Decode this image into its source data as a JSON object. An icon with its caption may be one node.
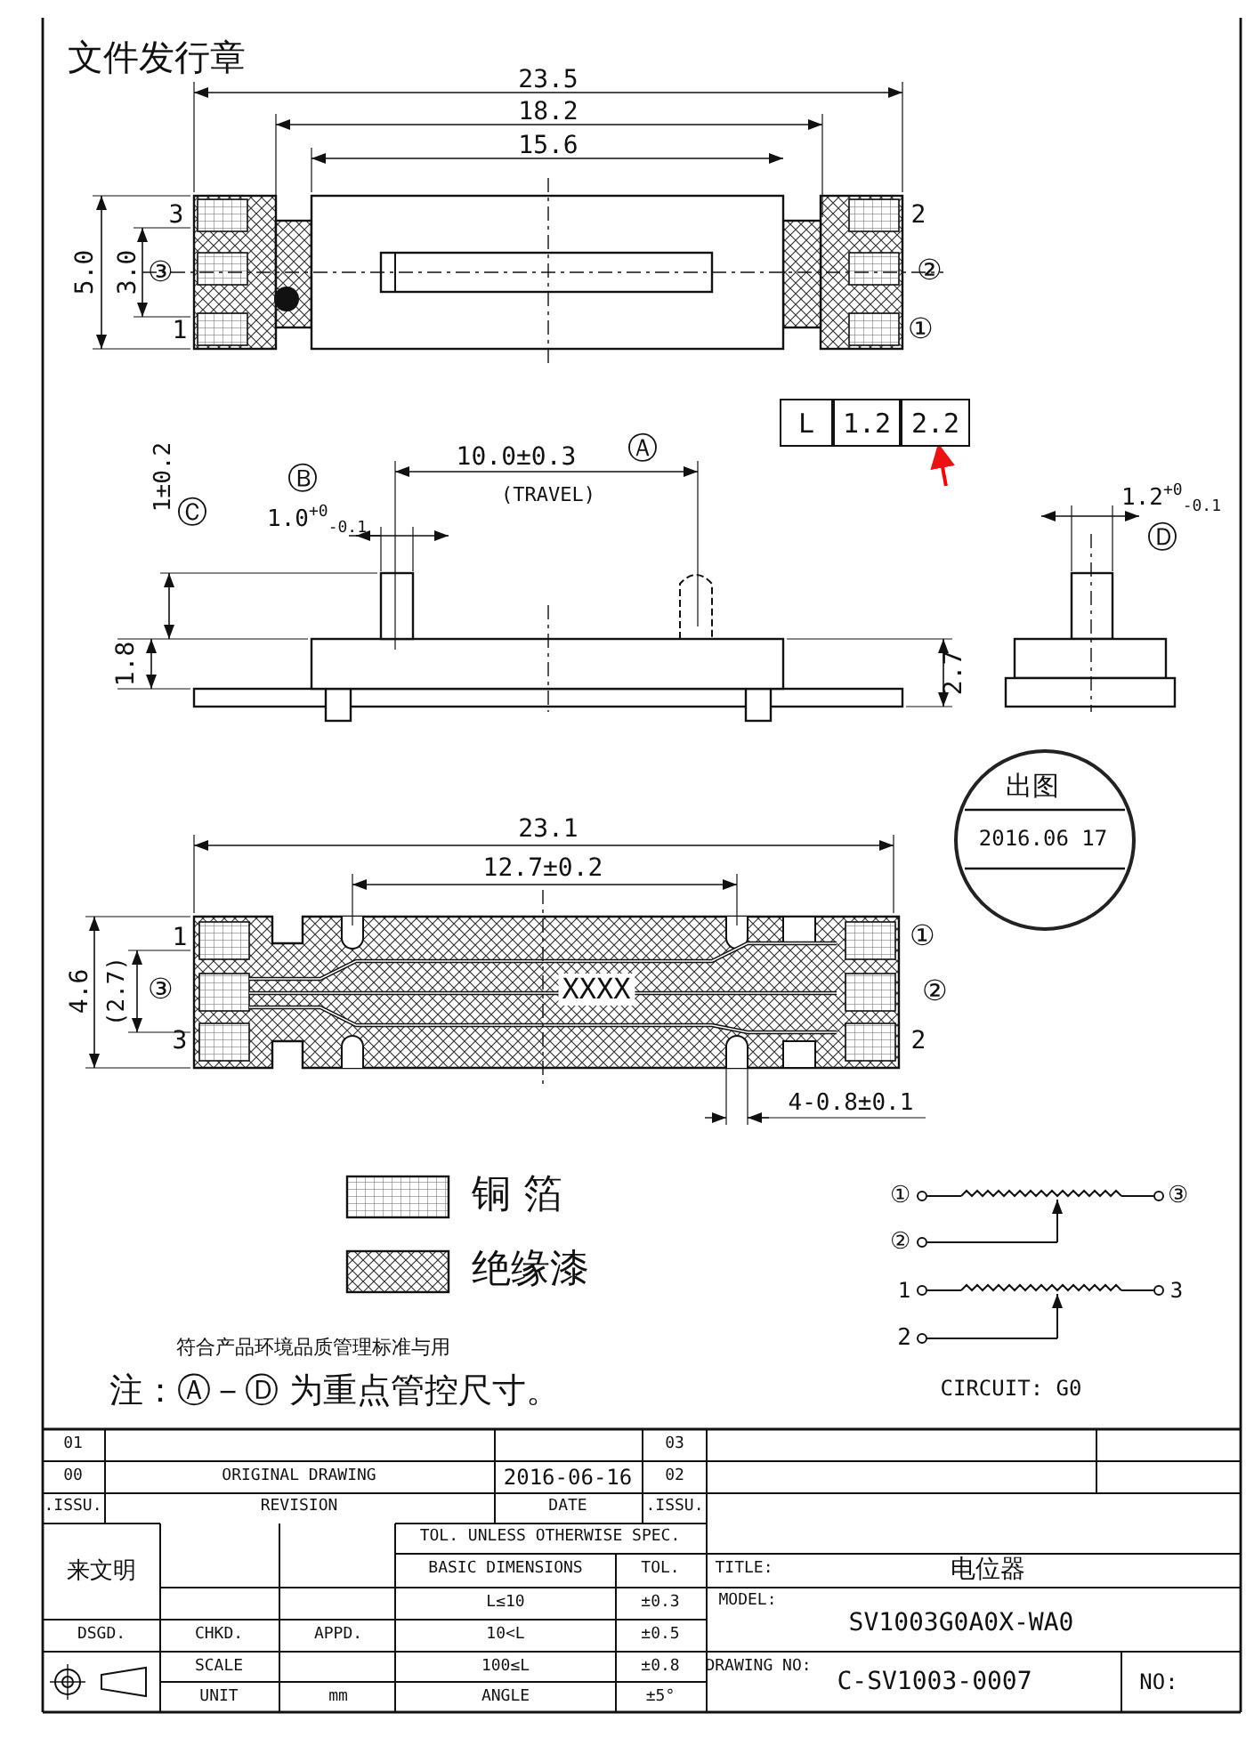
{
  "diagram": {
    "nodes": [
      {
        "text": [
          "L"
        ]
      },
      {
        "text": [
          "1.2"
        ]
      },
      {
        "text": [
          "2.2"
        ]
      }
    ],
    "edges": [
      {
        "from": null,
        "to": 2,
        "arrow": "to",
        "color": "#ff0000"
      }
    ],
    "labels": [
      "文件发行章",
      "23.5",
      "18.2",
      "15.6",
      "5.0",
      "3.0",
      "3",
      "③",
      "1",
      "2",
      "②",
      "①",
      "10.0±0.3",
      "Ⓐ",
      "(TRAVEL)",
      "1±0.2",
      "Ⓑ",
      "Ⓒ",
      "1.0$^{+0}$$_{-0.1}$",
      "1.8",
      "2.7",
      "1.2$^{+0}$$_{-0.1}$",
      "Ⓓ",
      "出图",
      "2016.06 17",
      "23.1",
      "12.7±0.2",
      "4.6",
      "(2.7)",
      "1",
      "③",
      "3",
      "①",
      "②",
      "2",
      "XXXX",
      "4-0.8±0.1",
      "符合产品环境品质管理标准与用",
      "注：Ⓐ－Ⓓ 为重点管控尺寸。",
      "①",
      "③",
      "②",
      "1",
      "3",
      "2",
      "CIRCUIT: G0",
      "01",
      "03",
      "00",
      "ORIGINAL DRAWING",
      "2016-06-16",
      "02",
      ".ISSU.",
      "REVISION",
      "DATE",
      ".ISSU.",
      "TOL. UNLESS OTHERWISE SPEC.",
      "来文明",
      "BASIC DIMENSIONS",
      "TOL.",
      "TITLE:",
      "电位器",
      "L≤10",
      "±0.3",
      "MODEL:",
      "SV1003G0A0X-WA0",
      "DSGD.",
      "CHKD.",
      "APPD.",
      "10<L",
      "±0.5",
      "SCALE",
      "100≤L",
      "±0.8",
      "DRAWING NO:",
      "C-SV1003-0007",
      "NO:",
      "UNIT",
      "mm",
      "ANGLE",
      "±5°"
    ],
    "legend": [
      {
        "text": "铜 箔"
      },
      {
        "text": "绝缘漆"
      }
    ]
  }
}
